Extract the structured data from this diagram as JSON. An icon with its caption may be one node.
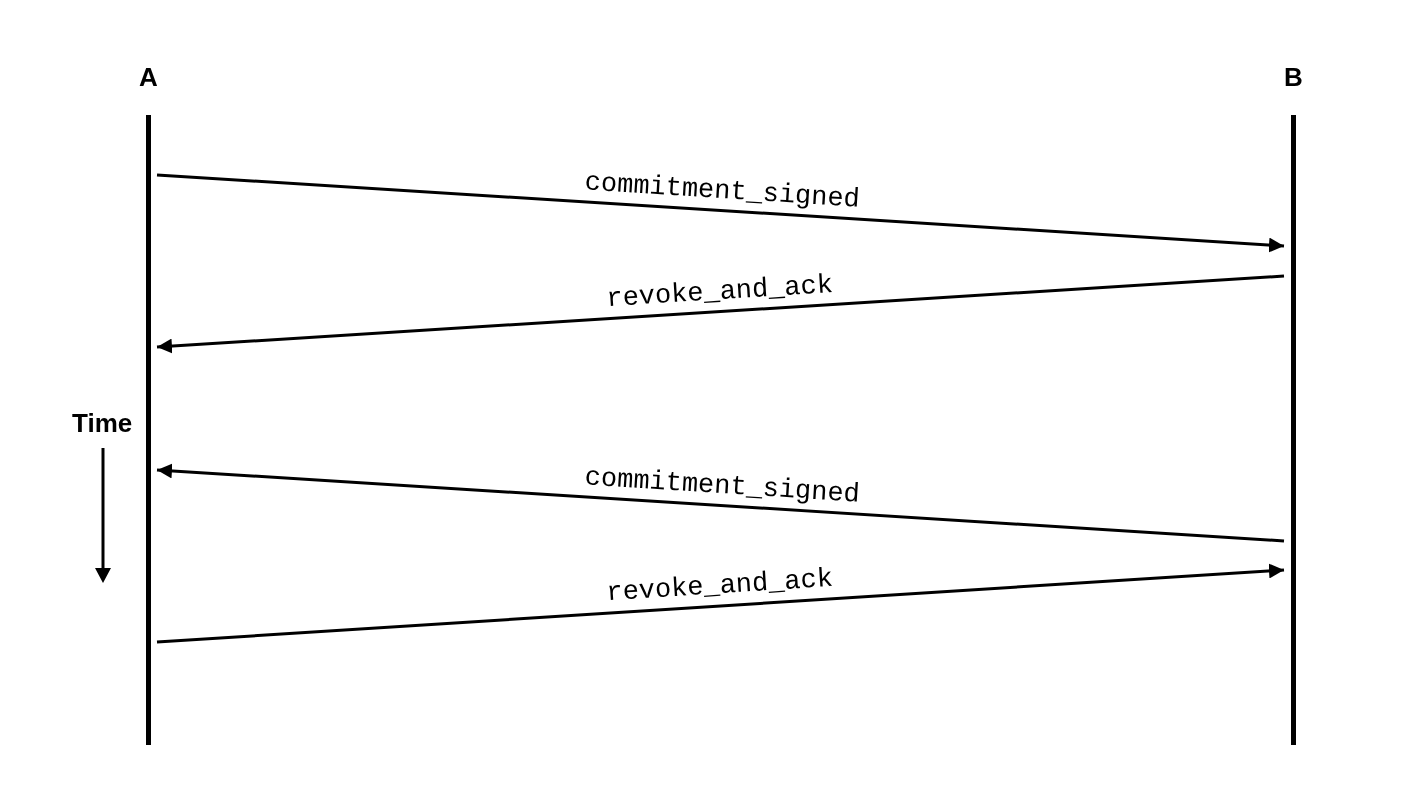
{
  "diagram": {
    "nodes": [
      {
        "text": [
          "A"
        ]
      },
      {
        "text": [
          "B"
        ]
      }
    ],
    "edges": [
      {
        "from": 0,
        "to": 1,
        "arrow": "to",
        "label": "commitment_signed"
      },
      {
        "from": 1,
        "to": 0,
        "arrow": "to",
        "label": "revoke_and_ack"
      },
      {
        "from": 1,
        "to": 0,
        "arrow": "to",
        "label": "commitment_signed"
      },
      {
        "from": 0,
        "to": 1,
        "arrow": "to",
        "label": "revoke_and_ack"
      }
    ],
    "labels": [
      "Time"
    ]
  }
}
